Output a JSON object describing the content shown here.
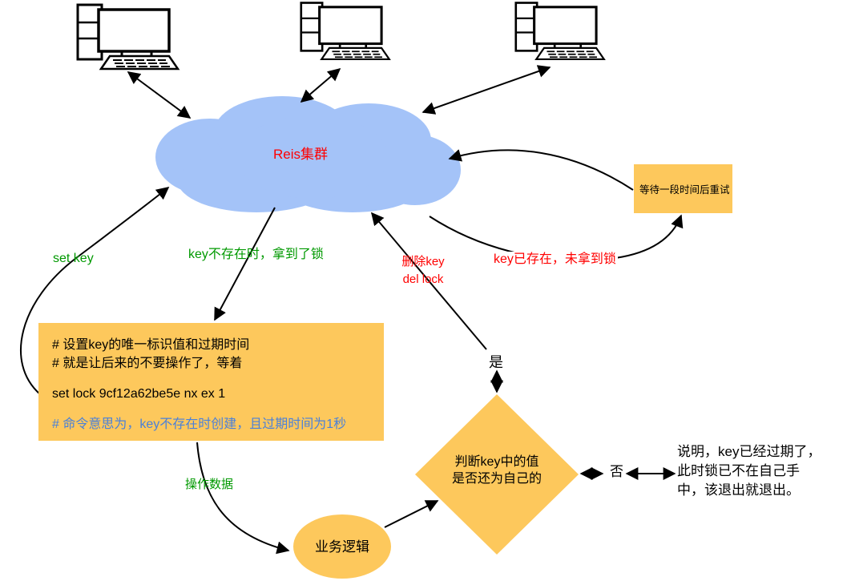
{
  "diagram": {
    "cloud_label": "Reis集群",
    "retry_box_label": "等待一段时间后重试",
    "code_box": {
      "line1": "# 设置key的唯一标识值和过期时间",
      "line2": "# 就是让后来的不要操作了，等着",
      "line3": "set lock 9cf12a62be5e nx ex 1",
      "line4": "# 命令意思为，key不存在时创建，且过期时间为1秒"
    },
    "ellipse_label": "业务逻辑",
    "diamond_label": "判断key中的值\n是否还为自己的",
    "note_text": "说明，key已经过期了，\n此时锁已不在自己手\n中，该退出就退出。",
    "edge_labels": {
      "set_key": "set key",
      "got_lock": "key不存在时，拿到了锁",
      "delete_key": "删除key\ndel lock",
      "key_exists": "key已存在，未拿到锁",
      "operate_data": "操作数据",
      "yes": "是",
      "no": "否"
    },
    "colors": {
      "cloud_fill": "#A4C3F8",
      "node_fill": "#FDC85C",
      "green_label": "#009900",
      "red_label": "#FF0000",
      "code_comment_blue": "#4A80D9",
      "line": "#000000"
    }
  }
}
